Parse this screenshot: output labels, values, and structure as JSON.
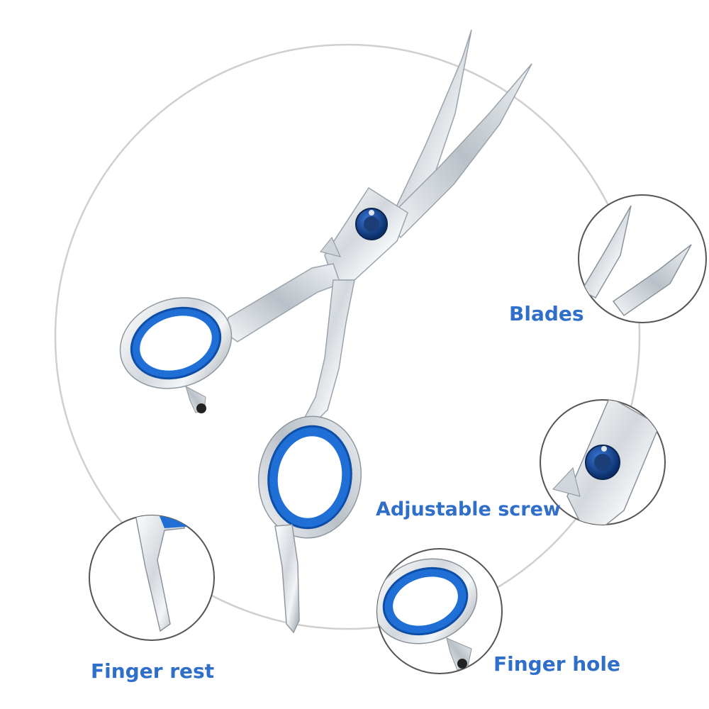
{
  "scene": {
    "subject": "hair-cutting-scissors",
    "colors": {
      "ring_blue": "#1f6fd6",
      "ring_blue_dark": "#0d4fa8",
      "steel_light": "#f2f4f6",
      "steel_mid": "#c4cad1",
      "steel_dark": "#8a939c",
      "label_blue": "#2f6fc9",
      "guide_circle": "#cccccc",
      "detail_circle_border": "#555555"
    }
  },
  "callouts": {
    "blades": {
      "label": "Blades"
    },
    "adjustable_screw": {
      "label": "Adjustable screw"
    },
    "finger_rest": {
      "label": "Finger rest"
    },
    "finger_hole": {
      "label": "Finger hole"
    }
  }
}
